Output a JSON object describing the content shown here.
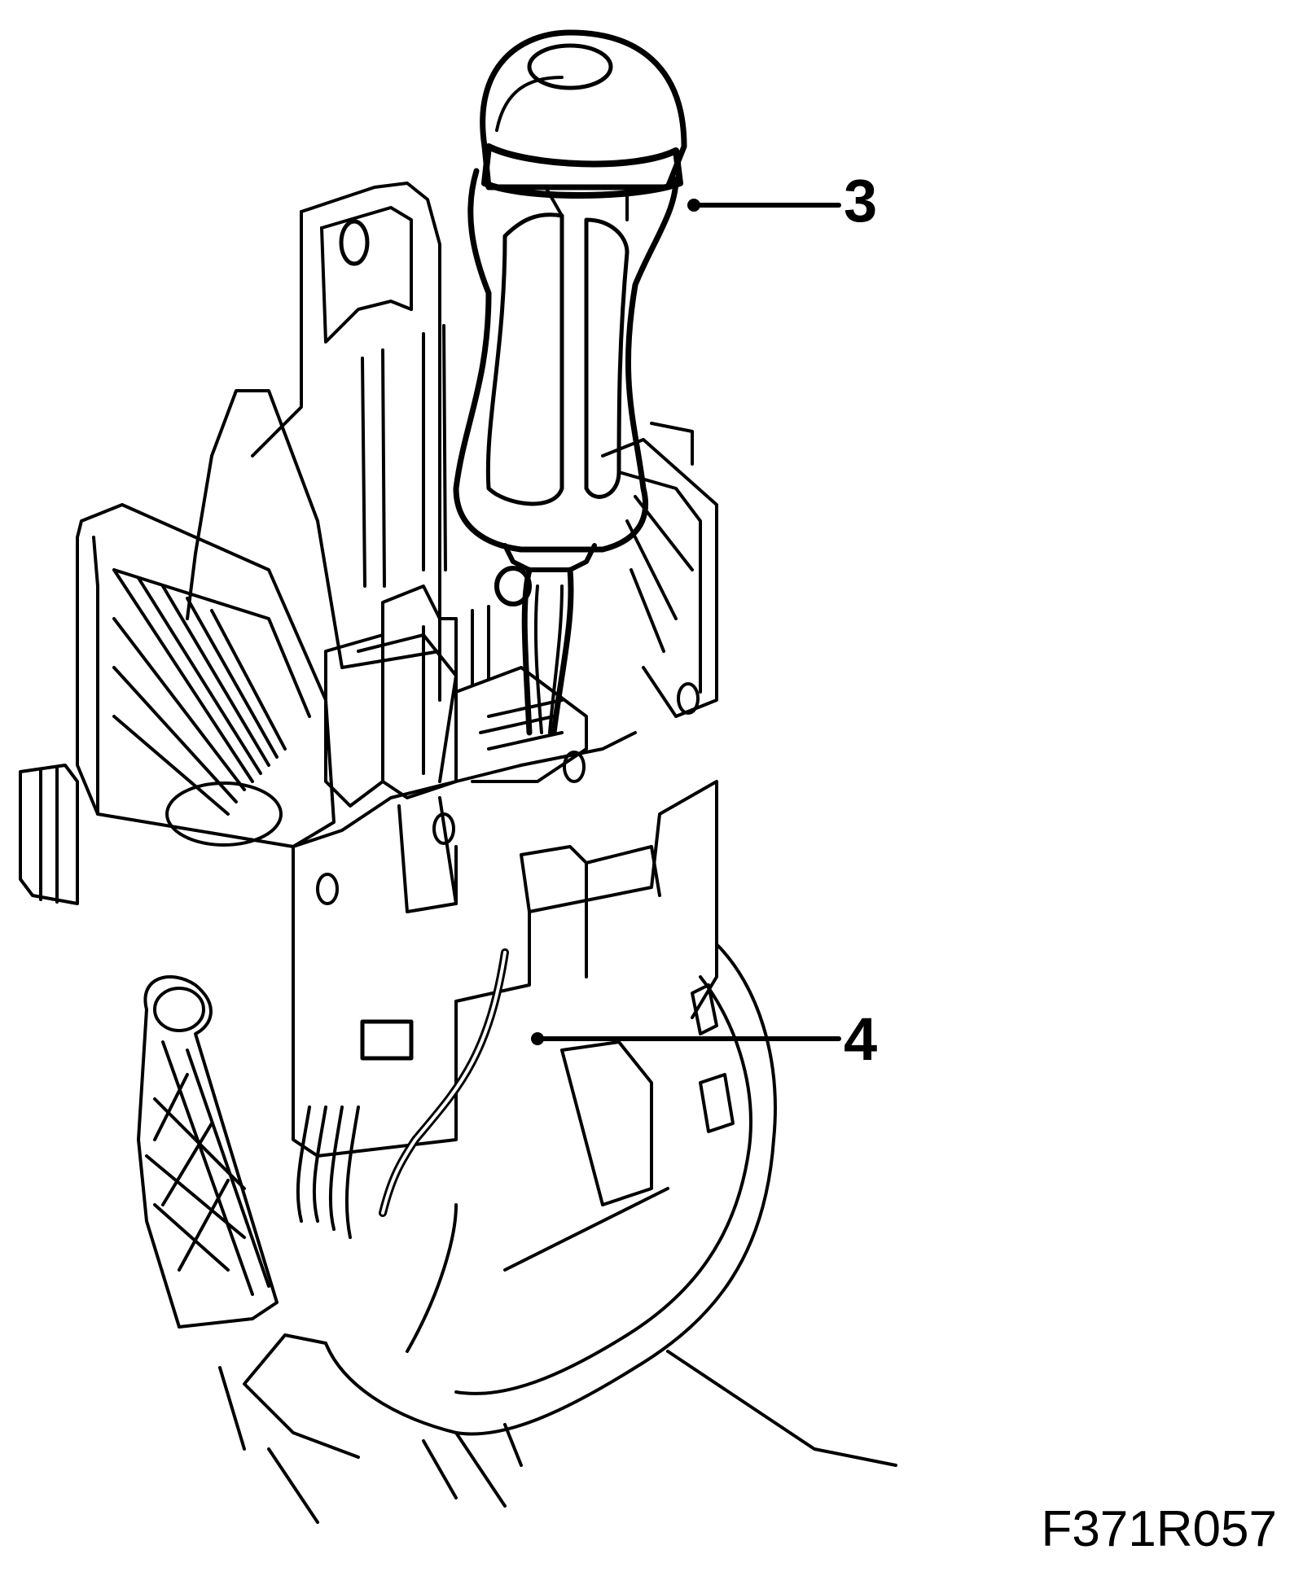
{
  "figure": {
    "id": "F371R057",
    "line_color": "#000000",
    "background_color": "#ffffff"
  },
  "callouts": [
    {
      "number": "3",
      "target": "screwdriver"
    },
    {
      "number": "4",
      "target": "wire harness"
    }
  ]
}
